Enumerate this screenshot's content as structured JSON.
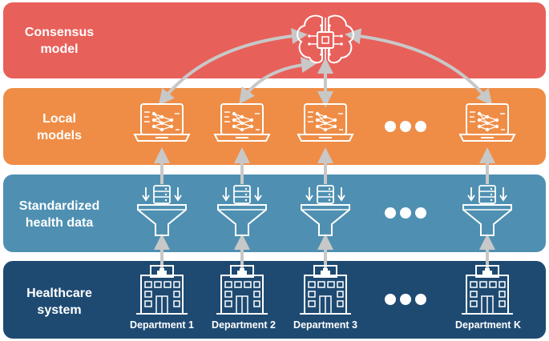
{
  "layers": {
    "consensus": {
      "label_line1": "Consensus",
      "label_line2": "model",
      "color": "#e8605a"
    },
    "local": {
      "label_line1": "Local",
      "label_line2": "models",
      "color": "#ef8d46"
    },
    "data": {
      "label_line1": "Standardized",
      "label_line2": "health data",
      "color": "#4f90b2"
    },
    "system": {
      "label_line1": "Healthcare",
      "label_line2": "system",
      "color": "#1e4a72"
    }
  },
  "departments": [
    "Department 1",
    "Department 2",
    "Department 3",
    "Department K"
  ],
  "icons": {
    "consensus": "brain-chip-icon",
    "local": "laptop-neural-network-icon",
    "data": "database-funnel-icon",
    "system": "hospital-building-icon",
    "ellipsis": "ellipsis-dots-icon"
  },
  "connector_color": "#c8c8c8"
}
